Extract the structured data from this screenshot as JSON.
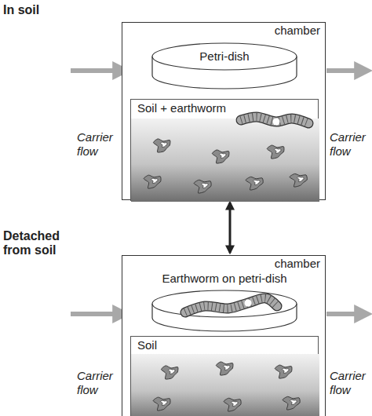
{
  "diagram": {
    "nodes": [
      {
        "text": [
          "chamber"
        ]
      },
      {
        "text": [
          "Petri-dish"
        ],
        "in": 0
      },
      {
        "text": [
          "Soil + earthworm"
        ],
        "in": 0
      },
      {
        "text": [
          "chamber"
        ]
      },
      {
        "text": [
          "Earthworm on petri-dish"
        ],
        "in": 3
      },
      {
        "text": [
          "Soil"
        ],
        "in": 3
      }
    ],
    "edges": [
      {
        "from": 0,
        "to": 3,
        "arrow": "both"
      }
    ],
    "labels": [
      "In soil",
      "Detached from soil",
      "Carrier flow",
      "Carrier flow",
      "Carrier flow",
      "Carrier flow"
    ]
  }
}
